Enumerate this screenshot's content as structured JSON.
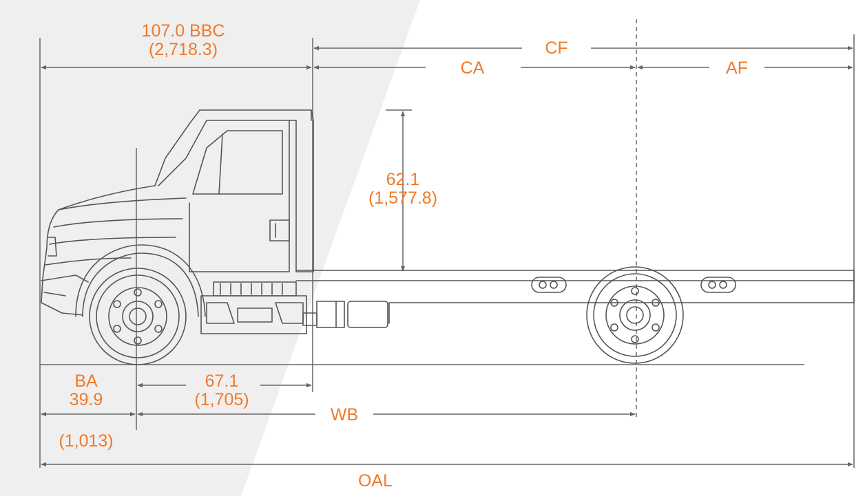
{
  "colors": {
    "accent": "#f07a2a",
    "line": "#666666",
    "background": "#ffffff",
    "shade": "#efefef"
  },
  "labels": {
    "bbc_value": "107.0 BBC",
    "bbc_metric": "(2,718.3)",
    "cf": "CF",
    "ca": "CA",
    "af": "AF",
    "height_value": "62.1",
    "height_metric": "(1,577.8)",
    "ba_name": "BA",
    "ba_value": "39.9",
    "ba_metric": "(1,013)",
    "axle_value": "67.1",
    "axle_metric": "(1,705)",
    "wb": "WB",
    "oal": "OAL"
  }
}
